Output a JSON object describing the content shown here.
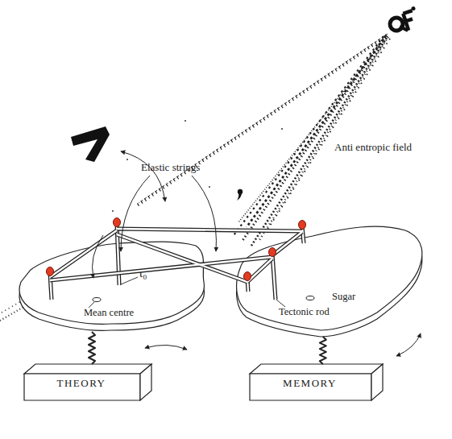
{
  "diagram": {
    "nodes": [
      {
        "text": [
          "t₀",
          "Mean centre"
        ]
      },
      {
        "text": [
          "THEORY"
        ]
      },
      {
        "text": [
          "Sugar",
          "Tectonic rod"
        ]
      },
      {
        "text": [
          "MEMORY"
        ]
      }
    ],
    "edges": [
      {
        "from": 0,
        "to": 1,
        "arrow": "none"
      },
      {
        "from": 2,
        "to": 3,
        "arrow": "none"
      }
    ],
    "labels": [
      "Elastic strings",
      "Anti entropic field"
    ]
  }
}
